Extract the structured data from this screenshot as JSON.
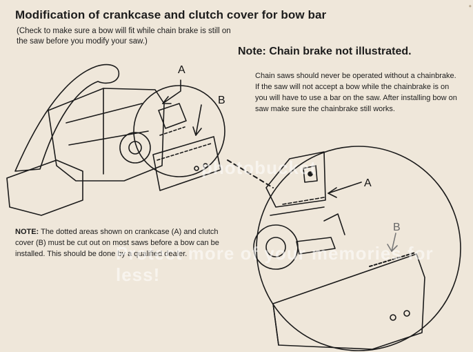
{
  "header": {
    "title": "Modification of crankcase and clutch cover for bow bar",
    "subtitle": "(Check to make sure a bow will fit while chain brake is still on the saw before you modify your saw.)"
  },
  "note_top": {
    "heading": "Note:  Chain brake not illustrated.",
    "body": "Chain saws should never be operated without a chainbrake.  If the saw will not accept a bow while the chainbrake is on you will have to use a bar on the saw.  After installing bow on saw make sure the chainbrake still works."
  },
  "note_bottom": {
    "lead": "NOTE:",
    "body": "The dotted areas shown on crankcase (A) and clutch cover (B) must be cut out on most saws before a bow can be installed.  This should be done by a qualified dealer."
  },
  "labels": {
    "a_small": "A",
    "b_small": "B",
    "a_large": "A",
    "b_large": "B"
  },
  "corner_mark": "•",
  "watermark": {
    "line1": "photobucket",
    "line2": "Protect more of your memories for less!"
  }
}
